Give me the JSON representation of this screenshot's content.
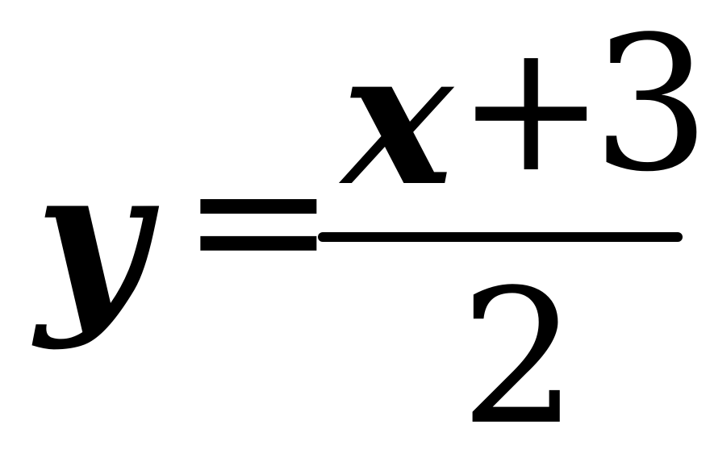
{
  "formula": {
    "lhs": "y",
    "equals": "=",
    "numerator": {
      "variable": "x",
      "operator": "+",
      "constant": "3"
    },
    "denominator": "2"
  }
}
